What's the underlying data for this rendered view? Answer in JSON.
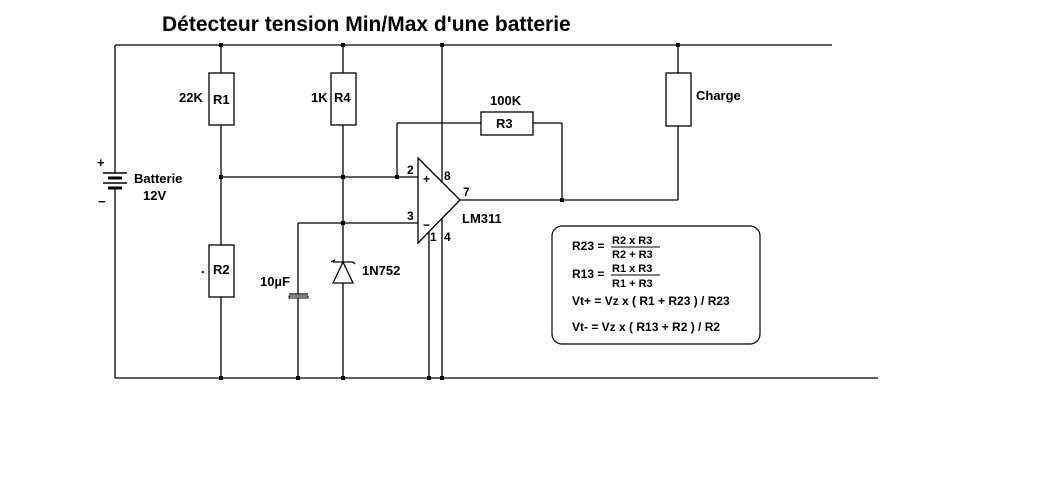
{
  "title": "Détecteur tension Min/Max d'une batterie",
  "battery": {
    "label": "Batterie",
    "voltage": "12V",
    "plus": "+",
    "minus": "−"
  },
  "resistors": {
    "r1": {
      "name": "R1",
      "value": "22K"
    },
    "r2": {
      "name": "R2",
      "value": "."
    },
    "r3": {
      "name": "R3",
      "value": "100K"
    },
    "r4": {
      "name": "R4",
      "value": "1K"
    }
  },
  "load": {
    "label": "Charge"
  },
  "capacitor": {
    "value": "10µF"
  },
  "zener": {
    "part": "1N752"
  },
  "comparator": {
    "part": "LM311",
    "plus_sign": "+",
    "minus_sign": "−",
    "pins": {
      "p1": "1",
      "p2": "2",
      "p3": "3",
      "p4": "4",
      "p7": "7",
      "p8": "8"
    }
  },
  "formulas": {
    "r23": {
      "lhs": "R23 =",
      "num": "R2 x R3",
      "den": "R2 + R3"
    },
    "r13": {
      "lhs": "R13 =",
      "num": "R1 x R3",
      "den": "R1 + R3"
    },
    "vt_plus": "Vt+ = Vz x ( R1 + R23 ) / R23",
    "vt_minus": "Vt- = Vz x ( R13 + R2 ) / R2"
  }
}
